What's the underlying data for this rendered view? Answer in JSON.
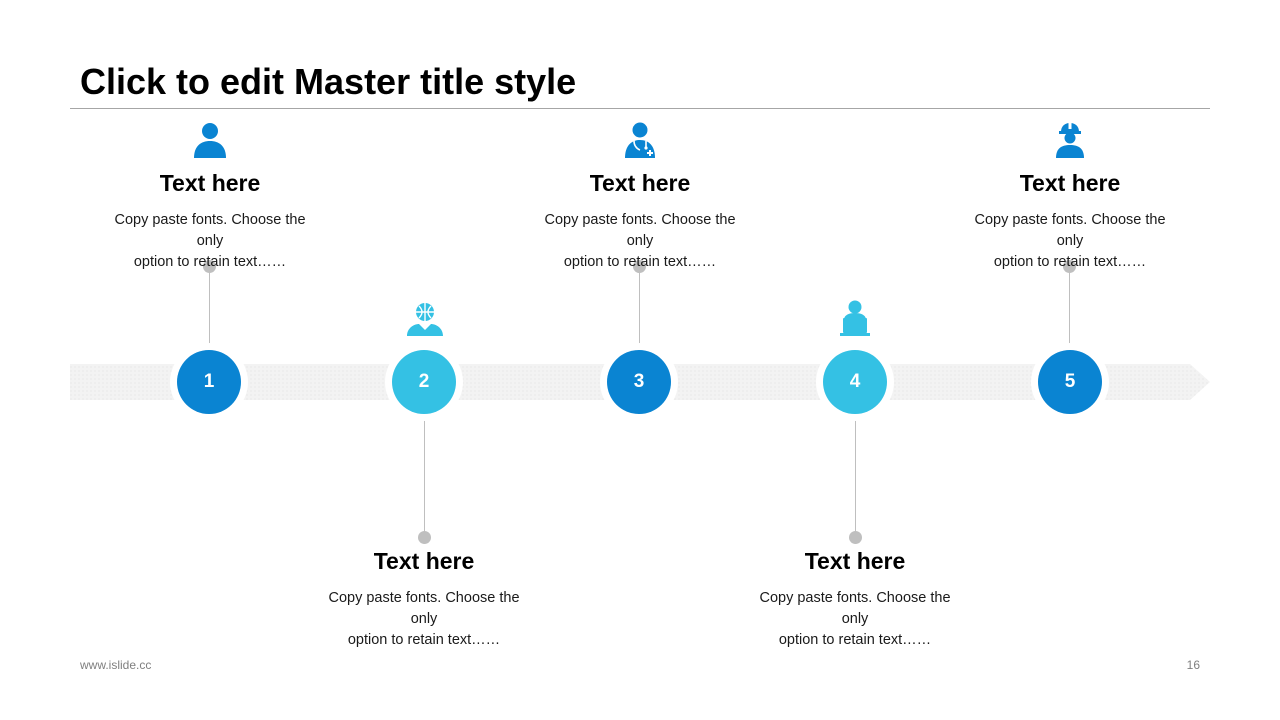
{
  "slide": {
    "title": "Click to edit Master title style",
    "footer_url": "www.islide.cc",
    "page_number": "16"
  },
  "colors": {
    "dark_blue": "#0a84d2",
    "light_blue": "#34c1e4",
    "connector_gray": "#bfbfbf",
    "bar_gray": "#f2f2f2"
  },
  "steps": [
    {
      "number": "1",
      "heading": "Text here",
      "desc_line1": "Copy paste fonts. Choose the only",
      "desc_line2": "option to retain text……",
      "icon": "user-icon"
    },
    {
      "number": "2",
      "heading": "Text here",
      "desc_line1": "Copy paste fonts. Choose the only",
      "desc_line2": "option to retain text……",
      "icon": "globe-user-icon"
    },
    {
      "number": "3",
      "heading": "Text here",
      "desc_line1": "Copy paste fonts. Choose the only",
      "desc_line2": "option to retain text……",
      "icon": "doctor-icon"
    },
    {
      "number": "4",
      "heading": "Text here",
      "desc_line1": "Copy paste fonts. Choose the only",
      "desc_line2": "option to retain text……",
      "icon": "laptop-user-icon"
    },
    {
      "number": "5",
      "heading": "Text here",
      "desc_line1": "Copy paste fonts. Choose the only",
      "desc_line2": "option to retain text……",
      "icon": "worker-icon"
    }
  ]
}
